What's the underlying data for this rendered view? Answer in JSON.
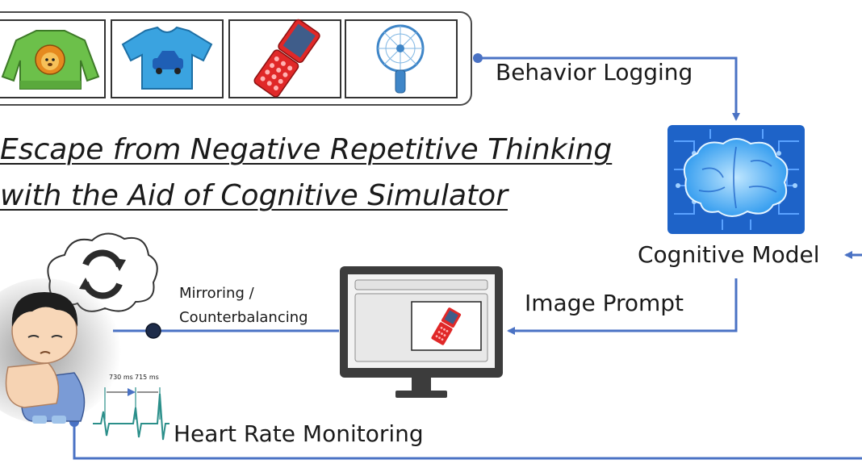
{
  "title": {
    "line1": "Escape from Negative Repetitive Thinking",
    "line2": "with the Aid of Cognitive Simulator"
  },
  "labels": {
    "behavior_logging": "Behavior Logging",
    "cognitive_model": "Cognitive Model",
    "image_prompt": "Image Prompt",
    "mirroring": "Mirroring /",
    "counterbalancing": "Counterbalancing",
    "heart_rate_monitoring": "Heart Rate Monitoring"
  },
  "ecg": {
    "interval_1": "730 ms",
    "interval_2": "715 ms"
  },
  "items": [
    {
      "name": "sweater with lion"
    },
    {
      "name": "t-shirt with car"
    },
    {
      "name": "red flip phone"
    },
    {
      "name": "handheld fan"
    }
  ],
  "colors": {
    "arrow": "#4a72c4",
    "brain_panel": "#1e63c8",
    "sweater": "#6cc04a",
    "tshirt": "#3aa3e0",
    "phone": "#e02828",
    "fan": "#3f86c8"
  }
}
